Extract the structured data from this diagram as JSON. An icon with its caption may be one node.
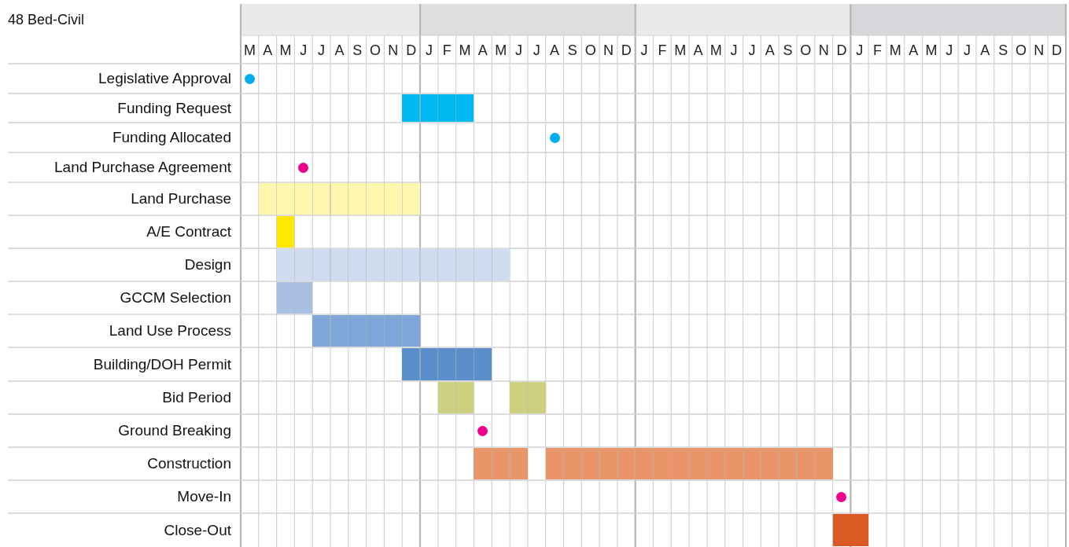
{
  "diagram": {
    "title": "48 Bed-Civil",
    "nodes": [
      {
        "text": [
          "Legislative Approval"
        ]
      },
      {
        "text": [
          "Funding Request"
        ]
      },
      {
        "text": [
          "Funding Allocated"
        ]
      },
      {
        "text": [
          "Land Purchase Agreement"
        ]
      },
      {
        "text": [
          "Land Purchase"
        ]
      },
      {
        "text": [
          "A/E Contract"
        ]
      },
      {
        "text": [
          "Design"
        ]
      },
      {
        "text": [
          "GCCM Selection"
        ]
      },
      {
        "text": [
          "Land Use Process"
        ]
      },
      {
        "text": [
          "Building/DOH Permit"
        ]
      },
      {
        "text": [
          "Bid Period"
        ]
      },
      {
        "text": [
          "Ground Breaking"
        ]
      },
      {
        "text": [
          "Construction"
        ]
      },
      {
        "text": [
          "Move-In"
        ]
      },
      {
        "text": [
          "Close-Out"
        ]
      }
    ],
    "labels": [
      "M",
      "A",
      "M",
      "J",
      "J",
      "A",
      "S",
      "O",
      "N",
      "D",
      "J",
      "F",
      "M",
      "A",
      "M",
      "J",
      "J",
      "A",
      "S",
      "O",
      "N",
      "D",
      "J",
      "F",
      "M",
      "A",
      "M",
      "J",
      "J",
      "A",
      "S",
      "O",
      "N",
      "D",
      "J",
      "F",
      "M",
      "A",
      "M",
      "J",
      "J",
      "A",
      "S",
      "O",
      "N",
      "D"
    ]
  }
}
